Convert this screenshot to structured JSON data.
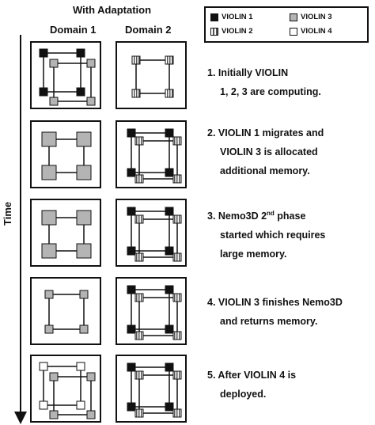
{
  "header": {
    "title": "With Adaptation",
    "domain1": "Domain 1",
    "domain2": "Domain 2"
  },
  "legend": [
    {
      "name": "VIOLIN 1",
      "style": "black"
    },
    {
      "name": "VIOLIN 3",
      "style": "gray"
    },
    {
      "name": "VIOLIN 2",
      "style": "striped"
    },
    {
      "name": "VIOLIN 4",
      "style": "white"
    }
  ],
  "axis": {
    "time": "Time"
  },
  "steps": [
    {
      "lines": [
        "1. Initially VIOLIN",
        "1, 2, 3 are computing."
      ]
    },
    {
      "lines": [
        "2. VIOLIN 1 migrates and",
        "VIOLIN 3 is allocated",
        "additional memory."
      ]
    },
    {
      "lines": [
        "3. Nemo3D 2nd phase",
        "started which requires",
        "large memory."
      ]
    },
    {
      "lines": [
        "4. VIOLIN 3 finishes Nemo3D",
        "and returns memory."
      ]
    },
    {
      "lines": [
        "5. After VIOLIN 4 is",
        "deployed."
      ]
    }
  ],
  "colors": {
    "black": "#111111",
    "gray": "#b4b4b4",
    "white": "#ffffff",
    "stripe": "#555555"
  },
  "panels": [
    {
      "row": 1,
      "domain": 1,
      "violins": [
        "black",
        "gray"
      ]
    },
    {
      "row": 1,
      "domain": 2,
      "violins": [
        "striped"
      ]
    },
    {
      "row": 2,
      "domain": 1,
      "violins": [
        "gray-large"
      ]
    },
    {
      "row": 2,
      "domain": 2,
      "violins": [
        "black",
        "striped"
      ]
    },
    {
      "row": 3,
      "domain": 1,
      "violins": [
        "gray-large"
      ]
    },
    {
      "row": 3,
      "domain": 2,
      "violins": [
        "black",
        "striped"
      ]
    },
    {
      "row": 4,
      "domain": 1,
      "violins": [
        "gray"
      ]
    },
    {
      "row": 4,
      "domain": 2,
      "violins": [
        "black",
        "striped"
      ]
    },
    {
      "row": 5,
      "domain": 1,
      "violins": [
        "white",
        "gray"
      ]
    },
    {
      "row": 5,
      "domain": 2,
      "violins": [
        "black",
        "striped"
      ]
    }
  ]
}
